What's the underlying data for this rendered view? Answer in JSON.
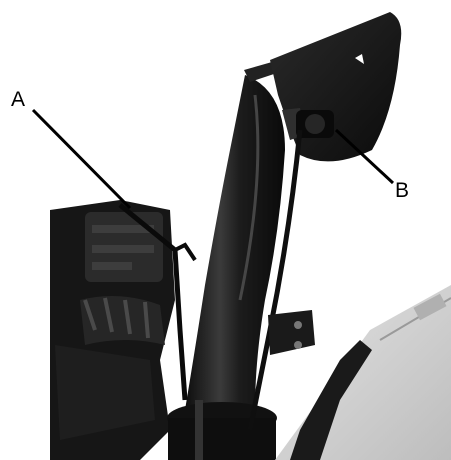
{
  "callouts": {
    "a": {
      "label": "A",
      "target": "chute-deflector-control-rod"
    },
    "b": {
      "label": "B",
      "target": "deflector-adjustment-knob"
    }
  },
  "colors": {
    "background": "#ffffff",
    "machine_dark": "#1a1a1a",
    "machine_mid": "#3a3a3a",
    "housing_light": "#d9d9d9",
    "leader_line": "#000000"
  }
}
